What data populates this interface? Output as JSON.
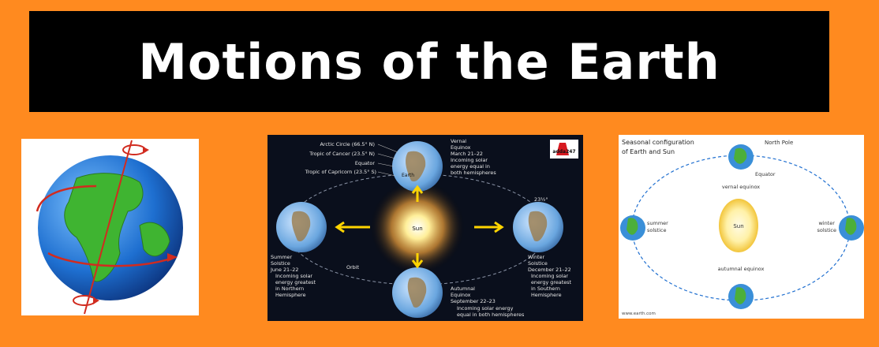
{
  "banner": {
    "title": "Motions of the Earth"
  },
  "panel1": {
    "icon": "rotating-globe-icon"
  },
  "panel2": {
    "brand": "adda247",
    "sun": "Sun",
    "orbit": "Orbit",
    "earth": "Earth",
    "lines": [
      "Arctic Circle (66.5° N)",
      "Tropic of Cancer (23.5° N)",
      "Equator",
      "Tropic of Capricorn (23.5° S)"
    ],
    "tilt": "23½°",
    "vernal": [
      "Vernal",
      "Equinox",
      "March 21–22",
      "Incoming solar",
      "energy equal in",
      "both hemispheres"
    ],
    "summer": [
      "Summer",
      "Solstice",
      "June 21–22",
      "Incoming solar",
      "energy greatest",
      "in Northern",
      "Hemisphere"
    ],
    "winter": [
      "Winter",
      "Solstice",
      "December 21–22",
      "Incoming solar",
      "energy greatest",
      "in Southern",
      "Hemisphere"
    ],
    "autumnal": [
      "Autumnal",
      "Equinox",
      "September 22–23",
      "Incoming solar energy",
      "equal in both hemispheres"
    ]
  },
  "panel3": {
    "title": [
      "Seasonal configuration",
      "of Earth and Sun"
    ],
    "north": "North Pole",
    "sun": "Sun",
    "vernal": "vernal equinox",
    "summer": [
      "summer",
      "solstice"
    ],
    "winter": [
      "winter",
      "solstice"
    ],
    "autumn": "autumnal equinox",
    "pole_label": "Equator",
    "credit": "www.earth.com"
  }
}
